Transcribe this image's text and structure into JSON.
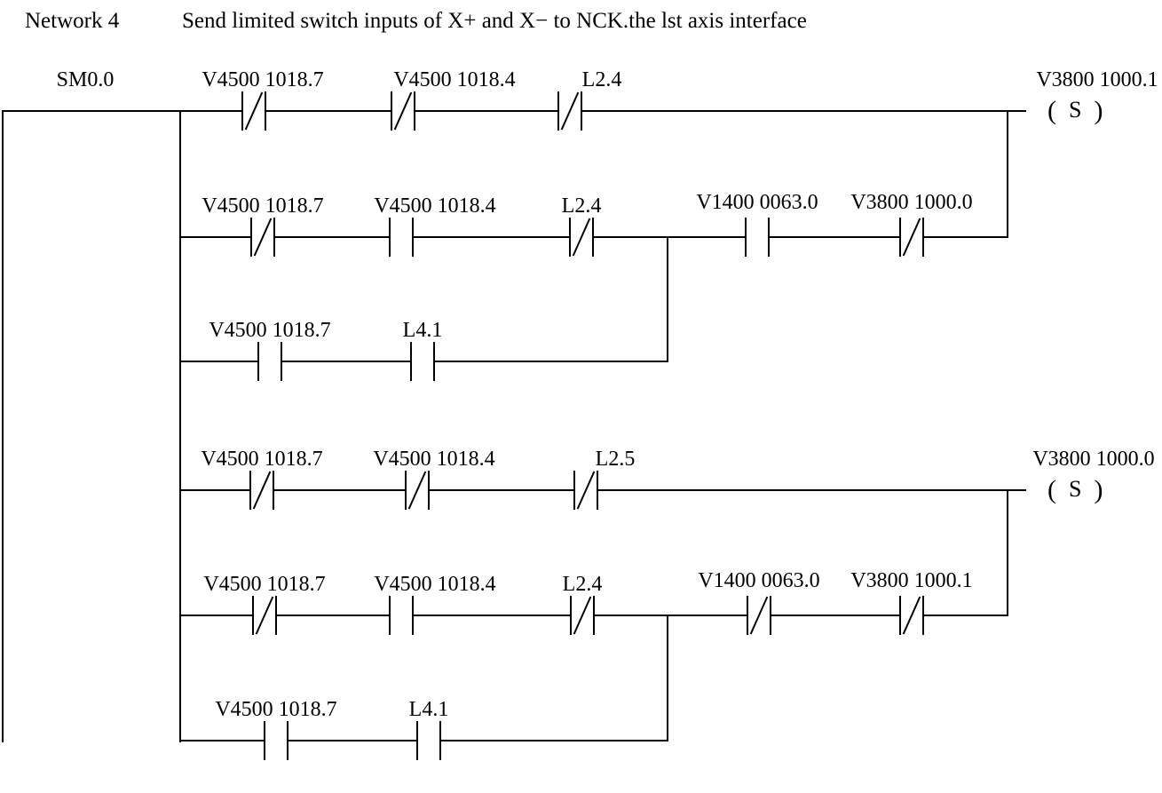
{
  "network": {
    "label": "Network 4",
    "title": "Send limited switch inputs of X+ and X− to NCK.the lst axis interface"
  },
  "colors": {
    "line": "#000000",
    "background": "#ffffff",
    "text": "#000000"
  },
  "rungs": [
    {
      "id": "rung-1",
      "contacts": [
        {
          "label": "SM0.0",
          "type": "no"
        },
        {
          "label": "V4500 1018.7",
          "type": "nc"
        },
        {
          "label": "V4500 1018.4",
          "type": "nc"
        },
        {
          "label": "L2.4",
          "type": "nc"
        }
      ],
      "coil": {
        "label": "V3800 1000.1",
        "letter": "S",
        "open": "(",
        "close": ")"
      }
    },
    {
      "id": "rung-2",
      "contacts": [
        {
          "label": "V4500 1018.7",
          "type": "nc"
        },
        {
          "label": "V4500 1018.4",
          "type": "no"
        },
        {
          "label": "L2.4",
          "type": "nc"
        },
        {
          "label": "V1400 0063.0",
          "type": "no"
        },
        {
          "label": "V3800 1000.0",
          "type": "nc"
        }
      ]
    },
    {
      "id": "rung-3",
      "contacts": [
        {
          "label": "V4500 1018.7",
          "type": "no"
        },
        {
          "label": "L4.1",
          "type": "no"
        }
      ]
    },
    {
      "id": "rung-4",
      "contacts": [
        {
          "label": "V4500 1018.7",
          "type": "nc"
        },
        {
          "label": "V4500 1018.4",
          "type": "nc"
        },
        {
          "label": "L2.5",
          "type": "nc"
        }
      ],
      "coil": {
        "label": "V3800 1000.0",
        "letter": "S",
        "open": "(",
        "close": ")"
      }
    },
    {
      "id": "rung-5",
      "contacts": [
        {
          "label": "V4500 1018.7",
          "type": "nc"
        },
        {
          "label": "V4500 1018.4",
          "type": "no"
        },
        {
          "label": "L2.4",
          "type": "nc"
        },
        {
          "label": "V1400 0063.0",
          "type": "nc"
        },
        {
          "label": "V3800 1000.1",
          "type": "nc"
        }
      ]
    },
    {
      "id": "rung-6",
      "contacts": [
        {
          "label": "V4500 1018.7",
          "type": "no"
        },
        {
          "label": "L4.1",
          "type": "no"
        }
      ]
    }
  ],
  "labels": {
    "r1_c0": "SM0.0",
    "r1_c1": "V4500 1018.7",
    "r1_c2": "V4500 1018.4",
    "r1_c3": "L2.4",
    "r1_coil": "V3800 1000.1",
    "r2_c0": "V4500 1018.7",
    "r2_c1": "V4500 1018.4",
    "r2_c2": "L2.4",
    "r2_c3": "V1400 0063.0",
    "r2_c4": "V3800 1000.0",
    "r3_c0": "V4500 1018.7",
    "r3_c1": "L4.1",
    "r4_c0": "V4500 1018.7",
    "r4_c1": "V4500 1018.4",
    "r4_c2": "L2.5",
    "r4_coil": "V3800 1000.0",
    "r5_c0": "V4500 1018.7",
    "r5_c1": "V4500 1018.4",
    "r5_c2": "L2.4",
    "r5_c3": "V1400 0063.0",
    "r5_c4": "V3800 1000.1",
    "r6_c0": "V4500 1018.7",
    "r6_c1": "L4.1",
    "coil_letter": "S",
    "coil_open": "(",
    "coil_close": ")"
  }
}
